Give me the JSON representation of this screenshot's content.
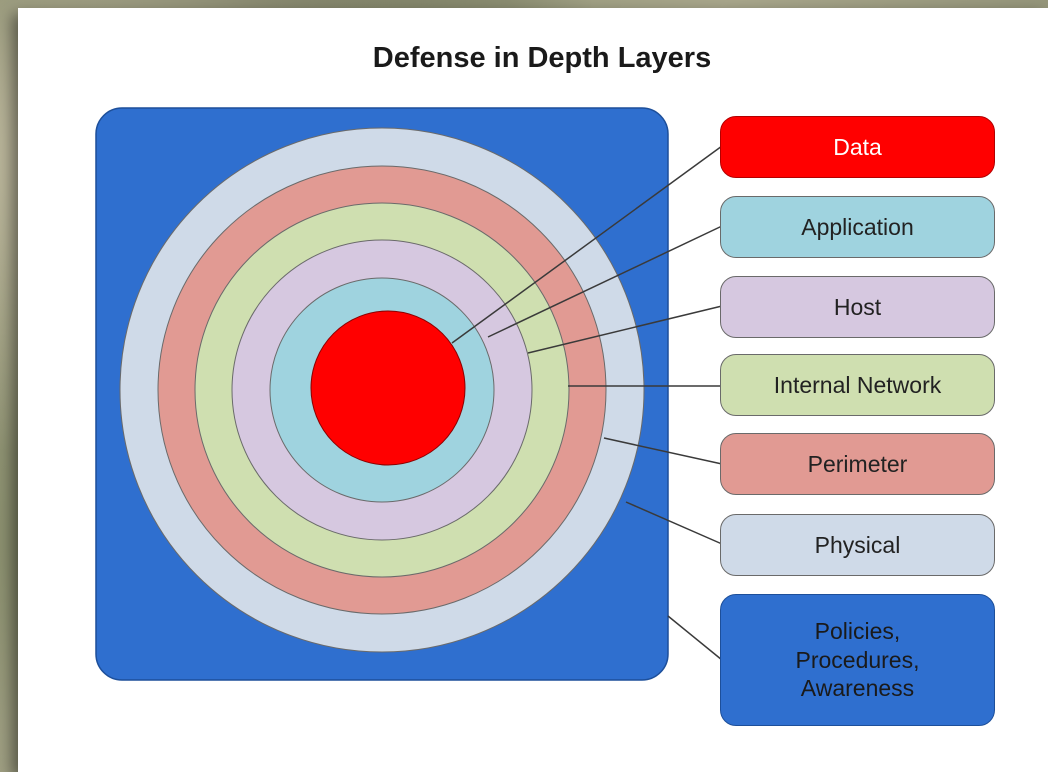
{
  "title": "Defense in Depth Layers",
  "layers": [
    {
      "label": "Data",
      "color": "#ff0000"
    },
    {
      "label": "Application",
      "color": "#9fd3df"
    },
    {
      "label": "Host",
      "color": "#d6c8e0"
    },
    {
      "label": "Internal Network",
      "color": "#cfdfb0"
    },
    {
      "label": "Perimeter",
      "color": "#e19a93"
    },
    {
      "label": "Physical",
      "color": "#cfdae8"
    },
    {
      "label": "Policies,\nProcedures,\nAwareness",
      "color": "#2f6fcf"
    }
  ]
}
